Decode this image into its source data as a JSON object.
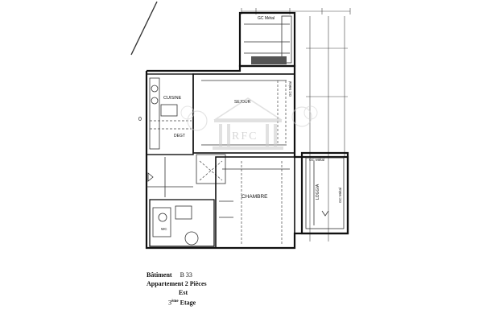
{
  "rooms": {
    "cuisine": "CUISINE",
    "chambre": "CHAMBRE",
    "loggia": "LOGGIA",
    "sejour": "SEJOUR",
    "degt": "DEGT",
    "wc": "WC",
    "gc_metal_top": "GC Métal",
    "gc_metal_right": "GC Métal",
    "gc_metal_loggia_top": "GC Métal",
    "gc_metal_vertical": "GC Métal"
  },
  "watermark": {
    "monogram": "RFC",
    "icon": "classical-building-logo"
  },
  "caption": {
    "line1_label": "Bâtiment",
    "line1_value": "B 33",
    "line2": "Appartement 2 Pièces",
    "line3": "Est",
    "line4_number": "3",
    "line4_suffix": "ème",
    "line4_label": "Etage"
  },
  "colors": {
    "ink": "#111111",
    "watermark": "#c9c9c9",
    "paper": "#ffffff"
  }
}
